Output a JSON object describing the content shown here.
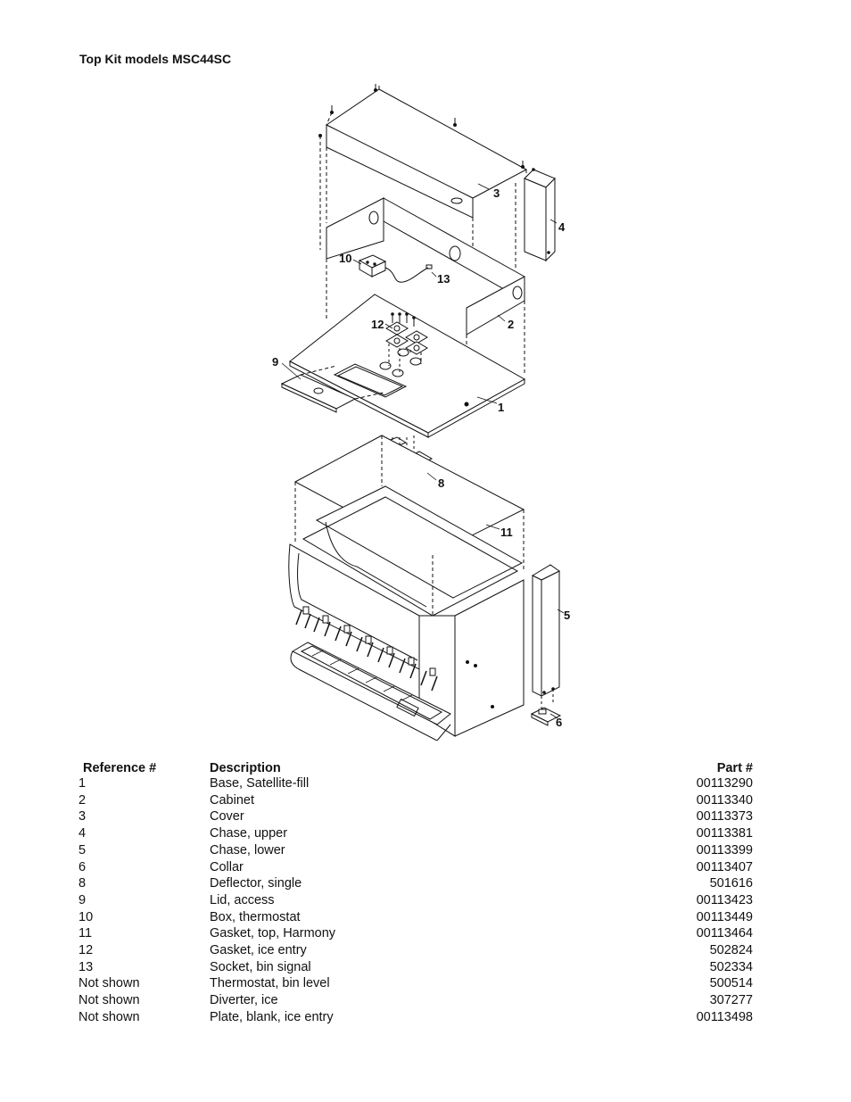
{
  "page": {
    "title": "Top Kit models MSC44SC"
  },
  "diagram": {
    "callouts": {
      "c1": "1",
      "c2": "2",
      "c3": "3",
      "c4": "4",
      "c5": "5",
      "c6": "6",
      "c8": "8",
      "c9": "9",
      "c10": "10",
      "c11": "11",
      "c12": "12",
      "c13": "13"
    }
  },
  "parts_table": {
    "headers": {
      "ref": "Reference #",
      "desc": "Description",
      "part": "Part #"
    },
    "rows": [
      {
        "ref": "1",
        "desc": "Base, Satellite-fill",
        "part": "00113290"
      },
      {
        "ref": "2",
        "desc": "Cabinet",
        "part": "00113340"
      },
      {
        "ref": "3",
        "desc": "Cover",
        "part": "00113373"
      },
      {
        "ref": "4",
        "desc": "Chase, upper",
        "part": "00113381"
      },
      {
        "ref": "5",
        "desc": "Chase, lower",
        "part": "00113399"
      },
      {
        "ref": "6",
        "desc": "Collar",
        "part": "00113407"
      },
      {
        "ref": "8",
        "desc": "Deflector, single",
        "part": "501616"
      },
      {
        "ref": "9",
        "desc": "Lid, access",
        "part": "00113423"
      },
      {
        "ref": "10",
        "desc": "Box, thermostat",
        "part": "00113449"
      },
      {
        "ref": "11",
        "desc": "Gasket, top, Harmony",
        "part": "00113464"
      },
      {
        "ref": "12",
        "desc": "Gasket, ice entry",
        "part": "502824"
      },
      {
        "ref": "13",
        "desc": "Socket, bin signal",
        "part": "502334"
      },
      {
        "ref": "Not shown",
        "desc": "Thermostat, bin level",
        "part": "500514"
      },
      {
        "ref": "Not shown",
        "desc": "Diverter, ice",
        "part": "307277"
      },
      {
        "ref": "Not shown",
        "desc": "Plate, blank, ice entry",
        "part": "00113498"
      }
    ]
  }
}
